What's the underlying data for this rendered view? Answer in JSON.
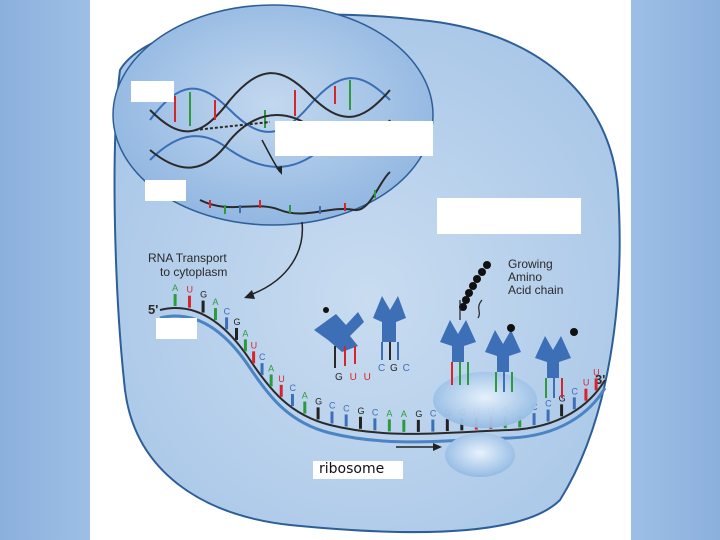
{
  "labels": {
    "rna_transport": [
      "RNA Transport",
      "to cytoplasm"
    ],
    "growing_chain": [
      "Growing",
      "Amino",
      "Acid chain"
    ],
    "five_prime": "5'",
    "three_prime": "3'",
    "ribosome": "ribosome"
  },
  "mrna_codon_letters": [
    "A",
    "U",
    "G",
    "A",
    "C",
    "G",
    "A",
    "U",
    "C",
    "A",
    "U",
    "C",
    "A",
    "G",
    "C",
    "C",
    "G",
    "C",
    "A",
    "A",
    "G",
    "C",
    "G",
    "G",
    "U",
    "U",
    "A",
    "A",
    "C",
    "C",
    "G",
    "C",
    "U",
    "U"
  ],
  "trna_anticodons": [
    [
      "G",
      "U",
      "U"
    ],
    [
      "C",
      "G",
      "C"
    ]
  ],
  "colors": {
    "cell": "#b7d0ea",
    "cell_outline": "#2e5e98",
    "nucleus": "#9fc1e6",
    "base_a": "#2e9a3e",
    "base_u": "#d7262b",
    "base_g": "#222222",
    "base_c": "#3d6fb6"
  }
}
